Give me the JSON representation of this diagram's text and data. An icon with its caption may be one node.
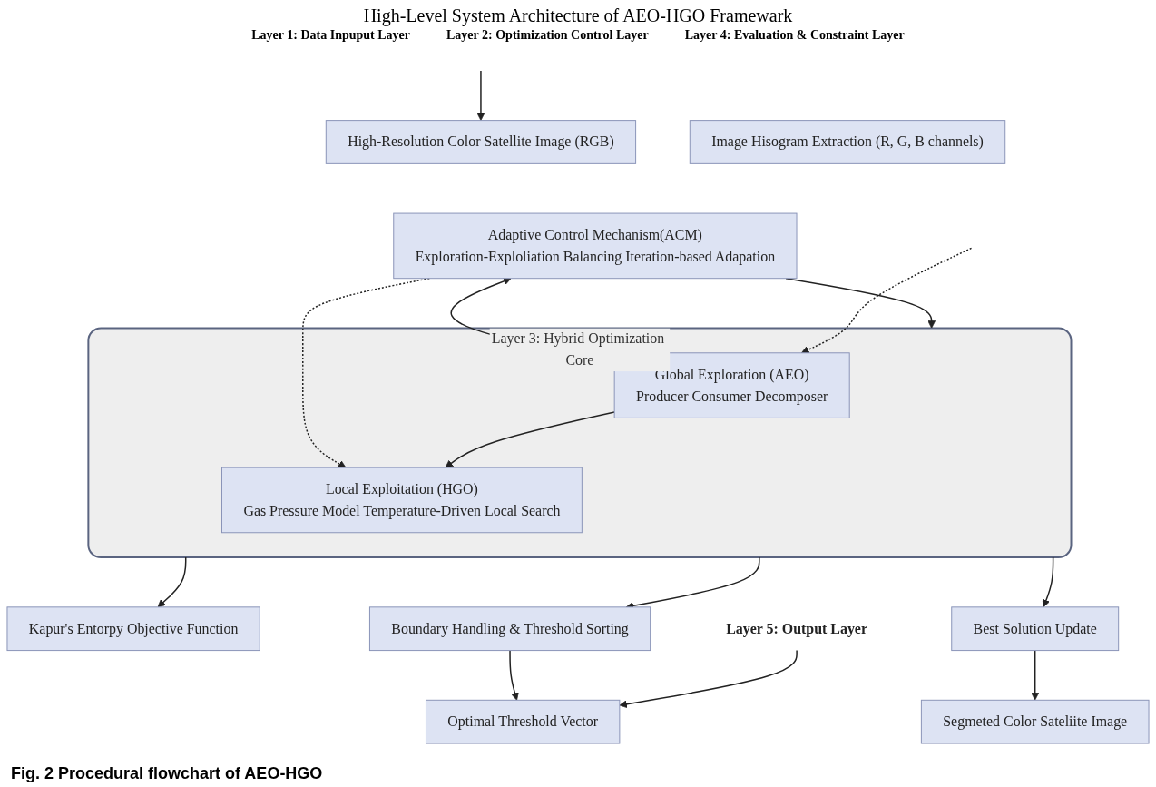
{
  "diagram": {
    "title": "High-Level System Architecture of AEO-HGO Framewark",
    "caption": "Fig. 2 Procedural flowchart of AEO-HGO",
    "nodes": [
      {
        "text": [
          "High-Resolution Color Satellite Image (RGB)"
        ]
      },
      {
        "text": [
          "Image Hisogram Extraction (R, G, B channels)"
        ]
      },
      {
        "text": [
          "Adaptive Control Mechanism(ACM)",
          "Exploration-Exploliation Balancing Iteration-based Adapation"
        ]
      },
      {
        "text": [
          "Layer 3: Hybrid Optimization Core"
        ]
      },
      {
        "text": [
          "Global Exploration (AEO)",
          "Producer Consumer Decomposer"
        ],
        "in": 3
      },
      {
        "text": [
          "Local Exploitation (HGO)",
          "Gas Pressure Model Temperature-Driven Local Search"
        ],
        "in": 3
      },
      {
        "text": [
          "Kapur's Entorpy Objective Function"
        ]
      },
      {
        "text": [
          "Boundary Handling & Threshold Sorting"
        ]
      },
      {
        "text": [
          "Best Solution Update"
        ]
      },
      {
        "text": [
          "Layer 5: Output Layer"
        ]
      },
      {
        "text": [
          "Optimal Threshold Vector"
        ]
      },
      {
        "text": [
          "Segmeted Color Sateliite Image"
        ]
      }
    ],
    "edges": [
      {
        "from": null,
        "to": 0,
        "arrow": "to"
      },
      {
        "from": 2,
        "to": 4,
        "arrow": "both"
      },
      {
        "from": null,
        "to": 4,
        "arrow": "to",
        "style": "dashed"
      },
      {
        "from": 2,
        "to": 3,
        "arrow": "to"
      },
      {
        "from": 2,
        "to": 5,
        "arrow": "to",
        "style": "dashed"
      },
      {
        "from": 4,
        "to": 5,
        "arrow": "to"
      },
      {
        "from": 3,
        "to": 6,
        "arrow": "to"
      },
      {
        "from": 3,
        "to": 7,
        "arrow": "to"
      },
      {
        "from": 3,
        "to": 8,
        "arrow": "to"
      },
      {
        "from": 7,
        "to": 10,
        "arrow": "to"
      },
      {
        "from": 8,
        "to": 11,
        "arrow": "to"
      },
      {
        "from": 9,
        "to": 10,
        "arrow": "to"
      }
    ],
    "labels": [
      "Layer 1: Data Inpuput Layer",
      "Layer 2: Optimization Control Layer",
      "Layer 4: Evaluation & Constraint Layer"
    ]
  }
}
